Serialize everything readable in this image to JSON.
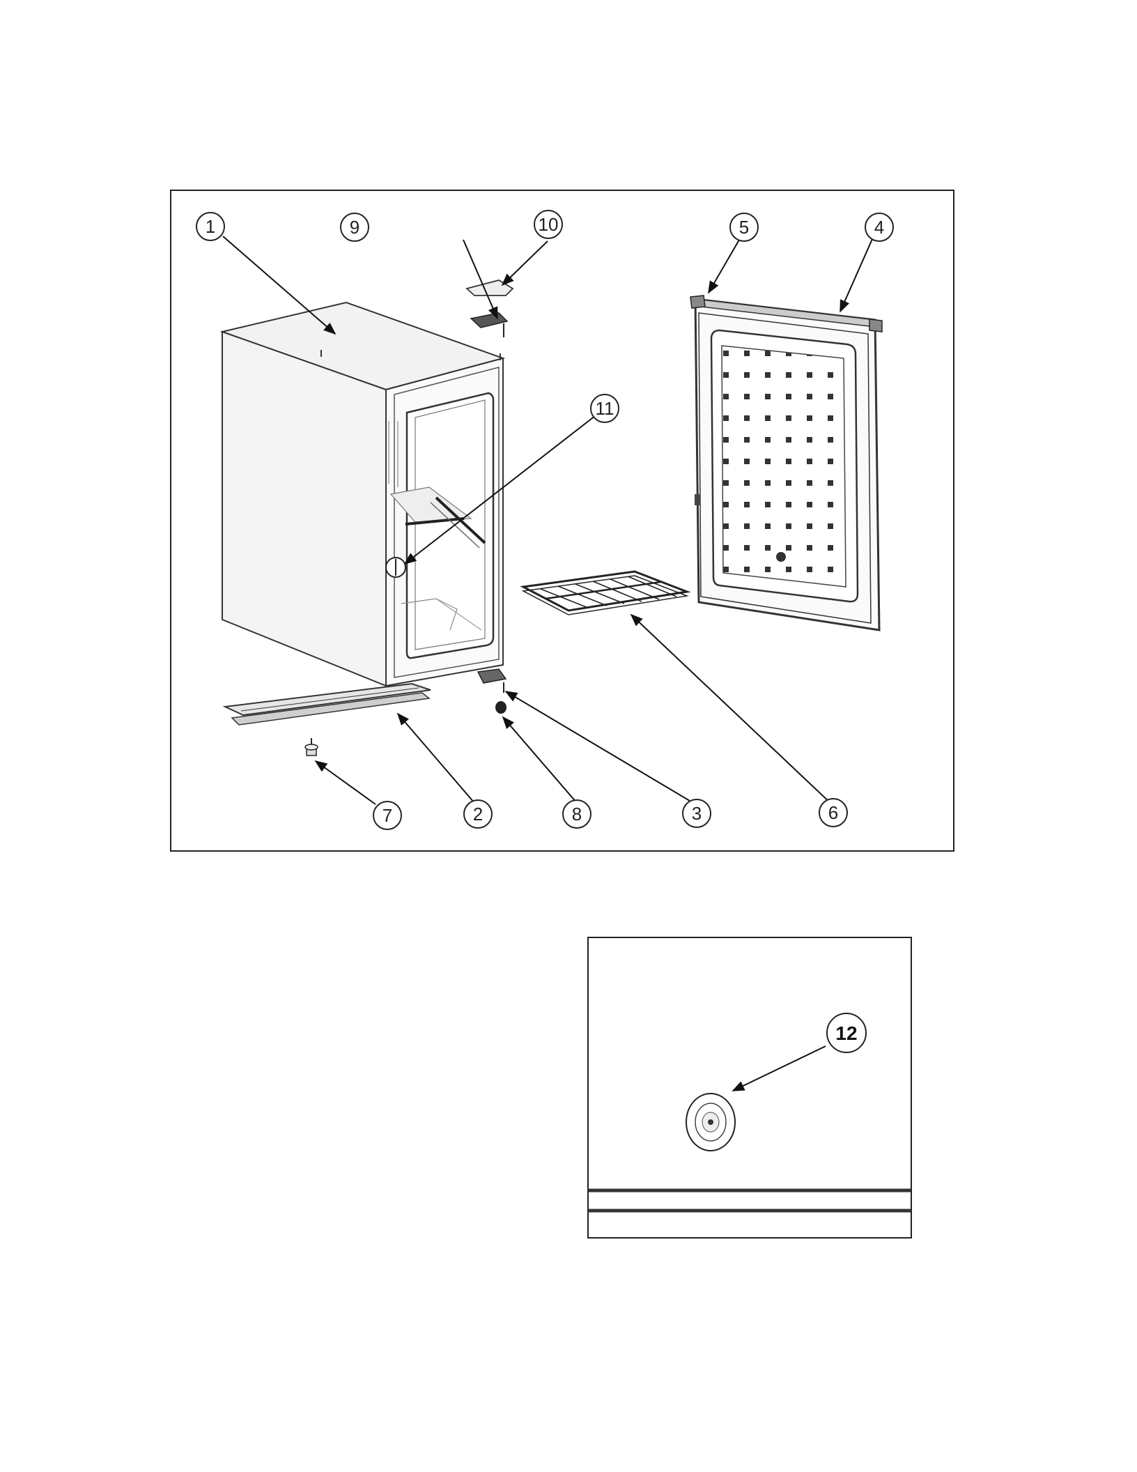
{
  "callouts": [
    {
      "id": "c1",
      "label": "1",
      "part": "cabinet"
    },
    {
      "id": "c2",
      "label": "2",
      "part": "front-base-rail"
    },
    {
      "id": "c3",
      "label": "3",
      "part": "bottom-hinge"
    },
    {
      "id": "c4",
      "label": "4",
      "part": "door"
    },
    {
      "id": "c5",
      "label": "5",
      "part": "door-top-corner"
    },
    {
      "id": "c6",
      "label": "6",
      "part": "wire-shelf"
    },
    {
      "id": "c7",
      "label": "7",
      "part": "leveling-foot"
    },
    {
      "id": "c8",
      "label": "8",
      "part": "hinge-pin-cap"
    },
    {
      "id": "c9",
      "label": "9",
      "part": "top-hinge"
    },
    {
      "id": "c10",
      "label": "10",
      "part": "hinge-cover"
    },
    {
      "id": "c11",
      "label": "11",
      "part": "thermostat-knob"
    }
  ],
  "detail": {
    "callout": {
      "id": "c12",
      "label": "12",
      "part": "drain-plug"
    }
  }
}
